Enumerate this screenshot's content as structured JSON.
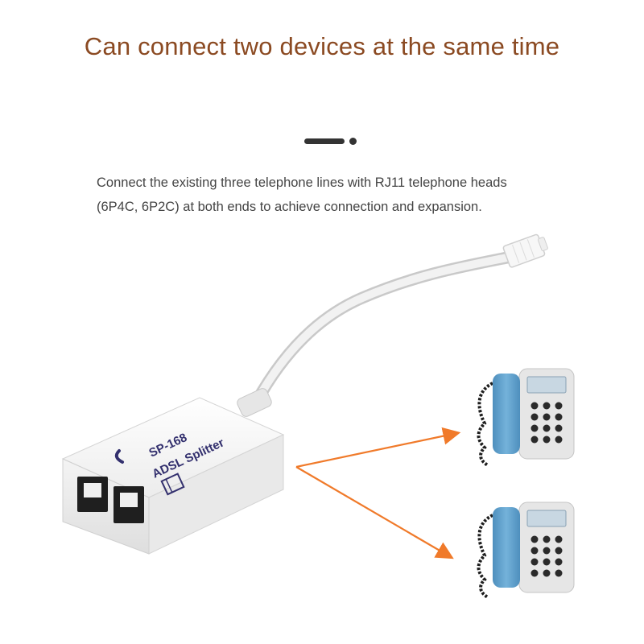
{
  "headline": "Can connect two devices at the same time",
  "description": {
    "line1": "Connect the existing three telephone lines with RJ11 telephone heads",
    "line2": "(6P4C, 6P2C) at both ends to achieve connection and expansion."
  },
  "splitter": {
    "model": "SP-168",
    "name": "ADSL Splitter"
  },
  "colors": {
    "headline": "#8b4a22",
    "arrow": "#f07a2a",
    "phone_body": "#5a9cc8",
    "splitter_print": "#33306e"
  },
  "icons": [
    "phone-handset-icon",
    "device-box-icon",
    "arrow-icon"
  ]
}
